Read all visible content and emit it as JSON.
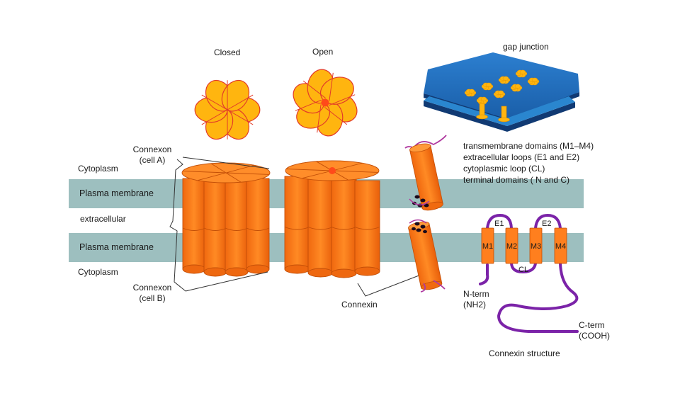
{
  "labels": {
    "closed": "Closed",
    "open": "Open",
    "gap_junction": "gap junction",
    "connexon_a_1": "Connexon",
    "connexon_a_2": "(cell A)",
    "cytoplasm_top": "Cytoplasm",
    "plasma_membrane_top": "Plasma membrane",
    "extracellular": "extracellular",
    "plasma_membrane_bottom": "Plasma membrane",
    "cytoplasm_bottom": "Cytoplasm",
    "connexon_b_1": "Connexon",
    "connexon_b_2": "(cell B)",
    "connexin": "Connexin",
    "legend": [
      "transmembrane domains (M1–M4)",
      "extracellular loops (E1 and E2)",
      "cytoplasmic loop (CL)",
      "terminal domains ( N and C)"
    ],
    "domains": [
      "M1",
      "M2",
      "M3",
      "M4"
    ],
    "e1": "E1",
    "e2": "E2",
    "cl": "CL",
    "nterm_1": "N-term",
    "nterm_2": "(NH2)",
    "cterm_1": "C-term",
    "cterm_2": "(COOH)",
    "structure_title": "Connexin structure"
  },
  "colors": {
    "membrane": "#9dbfbf",
    "cylinder": "#ff7f1e",
    "cylinder_dark": "#e8650c",
    "flower": "#ffb50f",
    "flower_edge": "#e23a2a",
    "chain": "#7b23a8",
    "gap_blue": "#1f69b5"
  }
}
